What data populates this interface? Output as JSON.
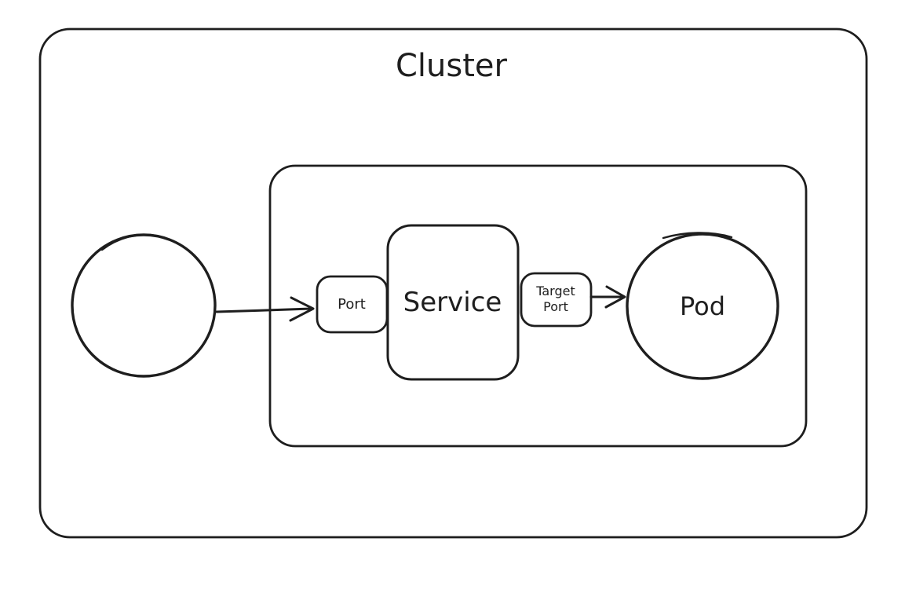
{
  "diagram": {
    "title": "Cluster",
    "style": "hand-drawn whiteboard sketch (excalidraw-like)",
    "colors": {
      "stroke": "#1e1e1e",
      "background": "#ffffff"
    },
    "nodes": {
      "cluster_box": {
        "type": "rounded-rectangle-container",
        "label": "Cluster"
      },
      "inner_box": {
        "type": "rounded-rectangle-container",
        "label": ""
      },
      "client_circle": {
        "type": "circle",
        "label": ""
      },
      "port_box": {
        "type": "rounded-rectangle",
        "label": "Port"
      },
      "service_box": {
        "type": "rounded-rectangle",
        "label": "Service"
      },
      "target_port_box": {
        "type": "rounded-rectangle",
        "label_line1": "Target",
        "label_line2": "Port"
      },
      "pod_circle": {
        "type": "circle",
        "label": "Pod"
      }
    },
    "edges": [
      {
        "name": "client-to-port-arrow",
        "from": "client_circle",
        "to": "port_box",
        "type": "arrow"
      },
      {
        "name": "target-port-to-pod-arrow",
        "from": "target_port_box",
        "to": "pod_circle",
        "type": "arrow"
      }
    ]
  }
}
